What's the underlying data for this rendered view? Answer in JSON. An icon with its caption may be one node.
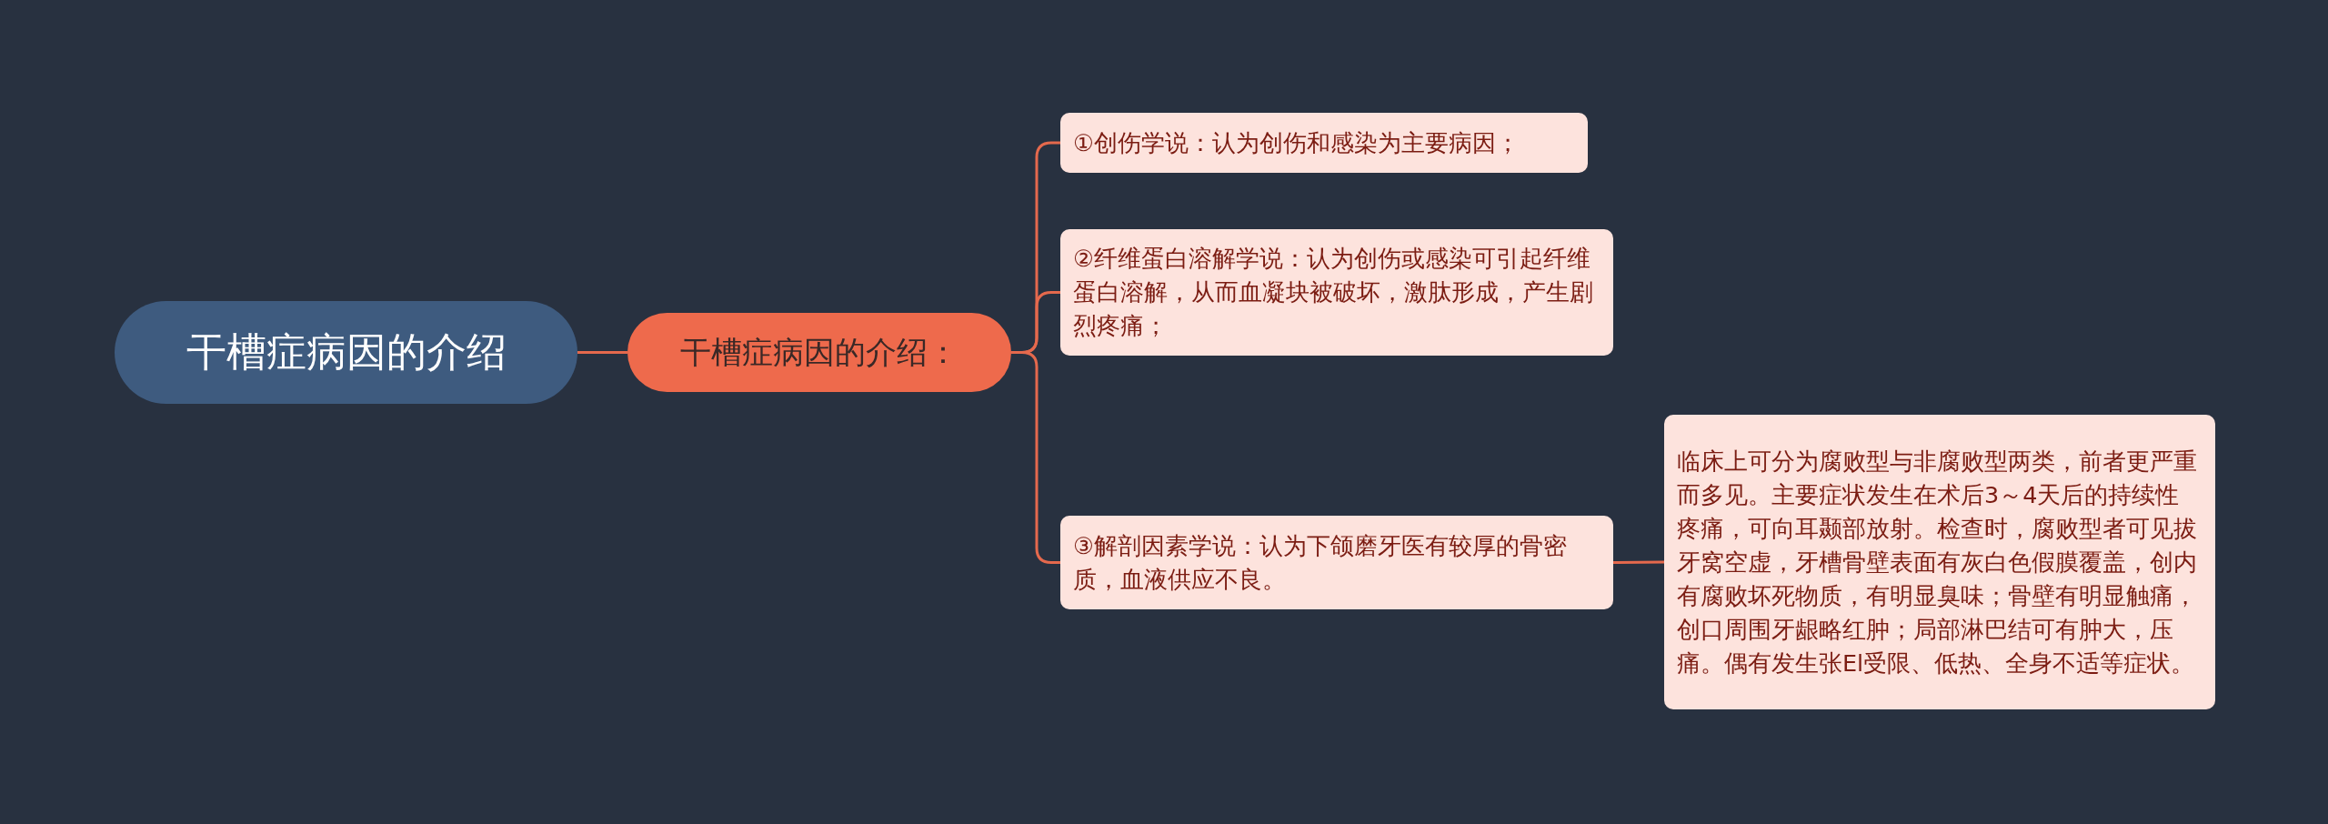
{
  "diagram": {
    "nodes": [
      {
        "text": [
          "干槽症病因的介绍"
        ]
      },
      {
        "text": [
          "干槽症病因的介绍："
        ]
      },
      {
        "text": [
          "①创伤学说：认为创伤和感染为主要病因；"
        ]
      },
      {
        "text": [
          "②纤维蛋白溶解学说：认为创伤或感染可引起纤维蛋白溶解，从而血凝块被破坏，激肽形成，产生剧烈疼痛；"
        ]
      },
      {
        "text": [
          "③解剖因素学说：认为下颌磨牙医有较厚的骨密质，血液供应不良。"
        ]
      },
      {
        "text": [
          "临床上可分为腐败型与非腐败型两类，前者更严重而多见。主要症状发生在术后3～4天后的持续性疼痛，可向耳颞部放射。检查时，腐败型者可见拔牙窝空虚，牙槽骨壁表面有灰白色假膜覆盖，创内有腐败坏死物质，有明显臭味；骨壁有明显触痛，创口周围牙龈略红肿；局部淋巴结可有肿大，压痛。偶有发生张El受限、低热、全身不适等症状。"
        ]
      }
    ],
    "edges": [
      {
        "from": 0,
        "to": 1,
        "arrow": "none"
      },
      {
        "from": 1,
        "to": 2,
        "arrow": "none"
      },
      {
        "from": 1,
        "to": 3,
        "arrow": "none"
      },
      {
        "from": 1,
        "to": 4,
        "arrow": "none"
      },
      {
        "from": 4,
        "to": 5,
        "arrow": "none"
      }
    ]
  }
}
